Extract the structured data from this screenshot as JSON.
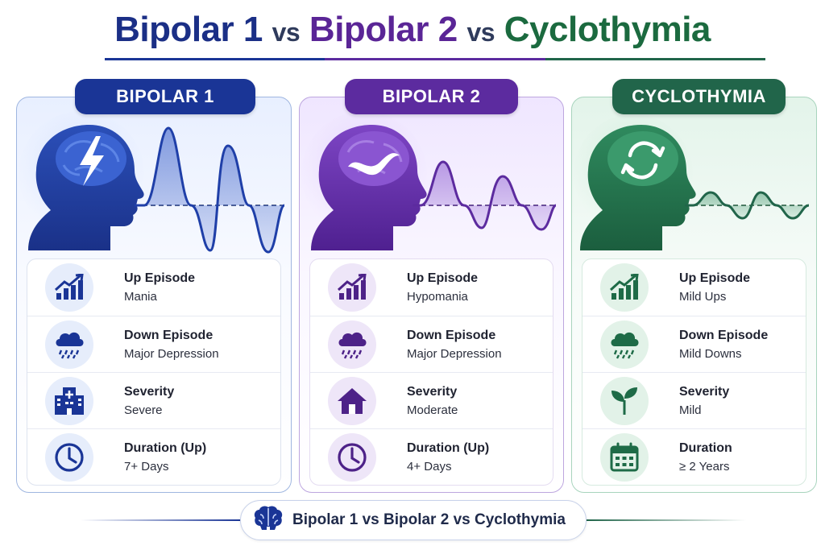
{
  "title": {
    "part1": "Bipolar 1",
    "vs1": "vs",
    "part2": "Bipolar 2",
    "vs2": "vs",
    "part3": "Cyclothymia"
  },
  "colors": {
    "bipolar1": "#1a3596",
    "bipolar2": "#5c2b9f",
    "cyclothymia": "#21654a"
  },
  "columns": [
    {
      "name": "BIPOLAR 1",
      "hero_icon": "lightning-icon",
      "wave": "large-amplitude",
      "rows": [
        {
          "label": "Up Episode",
          "value": "Mania",
          "icon": "chart-up-icon"
        },
        {
          "label": "Down Episode",
          "value": "Major Depression",
          "icon": "rain-cloud-icon"
        },
        {
          "label": "Severity",
          "value": "Severe",
          "icon": "hospital-icon"
        },
        {
          "label": "Duration (Up)",
          "value": "7+ Days",
          "icon": "clock-icon"
        }
      ]
    },
    {
      "name": "BIPOLAR 2",
      "hero_icon": "wave-icon",
      "wave": "medium-amplitude",
      "rows": [
        {
          "label": "Up Episode",
          "value": "Hypomania",
          "icon": "chart-up-icon"
        },
        {
          "label": "Down Episode",
          "value": "Major Depression",
          "icon": "rain-cloud-icon"
        },
        {
          "label": "Severity",
          "value": "Moderate",
          "icon": "house-icon"
        },
        {
          "label": "Duration (Up)",
          "value": "4+ Days",
          "icon": "clock-icon"
        }
      ]
    },
    {
      "name": "CYCLOTHYMIA",
      "hero_icon": "cycle-arrows-icon",
      "wave": "small-amplitude",
      "rows": [
        {
          "label": "Up Episode",
          "value": "Mild Ups",
          "icon": "chart-up-icon"
        },
        {
          "label": "Down Episode",
          "value": "Mild Downs",
          "icon": "rain-cloud-icon"
        },
        {
          "label": "Severity",
          "value": "Mild",
          "icon": "sprout-icon"
        },
        {
          "label": "Duration",
          "value": "≥ 2 Years",
          "icon": "calendar-icon"
        }
      ]
    }
  ],
  "footer": {
    "text": "Bipolar 1 vs Bipolar 2 vs Cyclothymia",
    "icon": "brain-icon"
  }
}
